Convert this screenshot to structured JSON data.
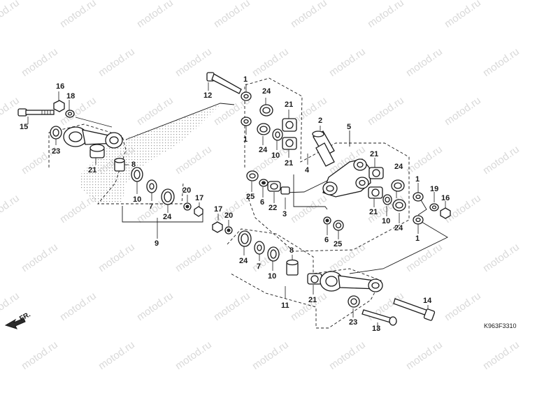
{
  "watermark": "motod.ru",
  "diagram_code": "K963F3310",
  "direction_label": "FR.",
  "callouts": {
    "c1a": "1",
    "c1b": "1",
    "c1c": "1",
    "c1d": "1",
    "c2": "2",
    "c3": "3",
    "c4": "4",
    "c5": "5",
    "c6a": "6",
    "c6b": "6",
    "c7a": "7",
    "c7b": "7",
    "c8a": "8",
    "c8b": "8",
    "c9": "9",
    "c10a": "10",
    "c10b": "10",
    "c10c": "10",
    "c10d": "10",
    "c11": "11",
    "c12": "12",
    "c13": "13",
    "c14": "14",
    "c15": "15",
    "c16a": "16",
    "c16b": "16",
    "c17a": "17",
    "c17b": "17",
    "c18": "18",
    "c19": "19",
    "c20a": "20",
    "c20b": "20",
    "c21a": "21",
    "c21b": "21",
    "c21c": "21",
    "c21d": "21",
    "c21e": "21",
    "c21f": "21",
    "c22": "22",
    "c23a": "23",
    "c23b": "23",
    "c24a": "24",
    "c24b": "24",
    "c24c": "24",
    "c24d": "24",
    "c24e": "24",
    "c24f": "24",
    "c25a": "25",
    "c25b": "25"
  }
}
